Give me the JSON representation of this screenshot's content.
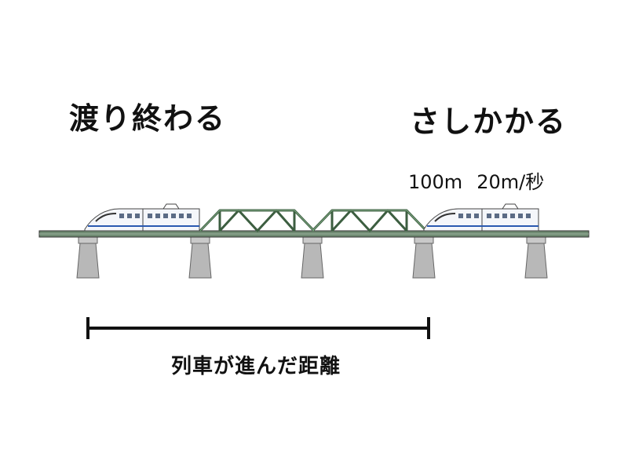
{
  "labels": {
    "finished_crossing": "渡り終わる",
    "starting_to_cross": "さしかかる",
    "train_length": "100m",
    "train_speed": "20m/秒",
    "distance_traveled": "列車が進んだ距離"
  },
  "colors": {
    "track": "#4a4a4a",
    "truss": "#4f7a54",
    "pier": "#b8b8b8",
    "train_body": "#f4f6fa",
    "train_stripe": "#2a59b0",
    "measure_bar": "#111111"
  },
  "icons": {
    "train": "bullet-train-icon",
    "bridge": "truss-bridge-icon",
    "pier": "bridge-pier-icon"
  }
}
